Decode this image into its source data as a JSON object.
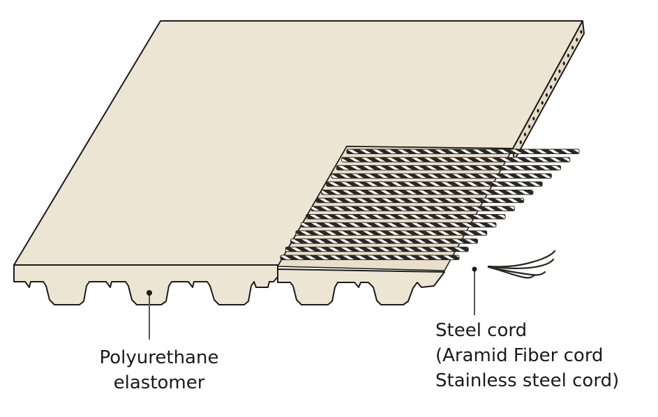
{
  "diagram": {
    "labels": {
      "polyurethane": [
        "Polyurethane",
        "elastomer"
      ],
      "steel_cord": [
        "Steel cord",
        "(Aramid Fiber cord",
        "Stainless steel cord)"
      ]
    },
    "colors": {
      "belt_fill": "#ede5d3",
      "outline": "#1a1a1a",
      "cord_dark": "#2b2622",
      "cord_light": "#ffffff",
      "leader": "#555555"
    },
    "icons": [
      "timing-belt-illustration",
      "steel-cord-strand"
    ]
  }
}
